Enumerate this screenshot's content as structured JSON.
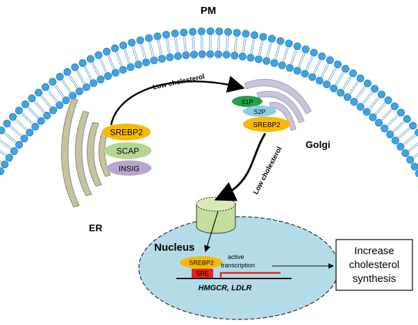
{
  "labels": {
    "pm": "PM",
    "er": "ER",
    "golgi": "Golgi",
    "nucleus": "Nucleus",
    "low_cholesterol_top": "Low cholesterol",
    "low_cholesterol_side": "Low cholesterol",
    "active": "active",
    "transcription": "transcription",
    "genes": "HMGCR, LDLR"
  },
  "proteins": {
    "srebp2_er": "SREBP2",
    "scap": "SCAP",
    "insig": "INSIG",
    "s1p": "S1P",
    "s2p": "S2P",
    "srebp2_golgi": "SREBP2",
    "srebp2_nucleus": "SREBP2",
    "sre": "SRE"
  },
  "outcome": {
    "line1": "Increase",
    "line2": "cholesterol",
    "line3": "synthesis"
  },
  "colors": {
    "phospholipid": "#3fa3e3",
    "er_membrane": "#c8c2a4",
    "golgi": "#c9c3dc",
    "srebp2": "#f8b906",
    "scap": "#b5d693",
    "insig": "#b7a6cc",
    "s1p": "#21a148",
    "s2p": "#8fcde6",
    "nucleus": "#b3dce8",
    "pore": "#c5dd9e",
    "sre": "#e8221c",
    "transcription_arrow": "#e8221c"
  }
}
